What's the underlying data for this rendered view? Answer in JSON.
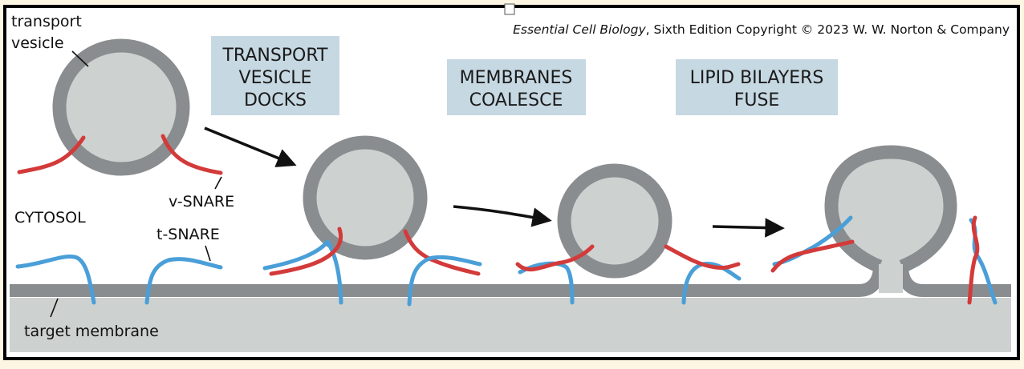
{
  "credit": {
    "title": "Essential Cell Biology",
    "rest": ", Sixth Edition Copyright © 2023 W. W. Norton & Company"
  },
  "labels": {
    "transport_vesicle_line1": "transport",
    "transport_vesicle_line2": "vesicle",
    "v_snare": "v-SNARE",
    "t_snare": "t-SNARE",
    "cytosol": "CYTOSOL",
    "target_membrane": "target membrane"
  },
  "stages": [
    {
      "lines": [
        "TRANSPORT",
        "VESICLE",
        "DOCKS"
      ]
    },
    {
      "lines": [
        "MEMBRANES",
        "COALESCE"
      ]
    },
    {
      "lines": [
        "LIPID BILAYERS",
        "FUSE"
      ]
    }
  ],
  "colors": {
    "page_background": "#fdf6e3",
    "panel_background": "#ffffff",
    "frame": "#000000",
    "membrane": "#8a8d8f",
    "vesicle_lumen": "#cdd1cf",
    "target_compartment": "#cdd1cf",
    "v_snare": "#d33a3a",
    "t_snare": "#4a9fd8",
    "stage_label_box": "#c6d8e2"
  }
}
